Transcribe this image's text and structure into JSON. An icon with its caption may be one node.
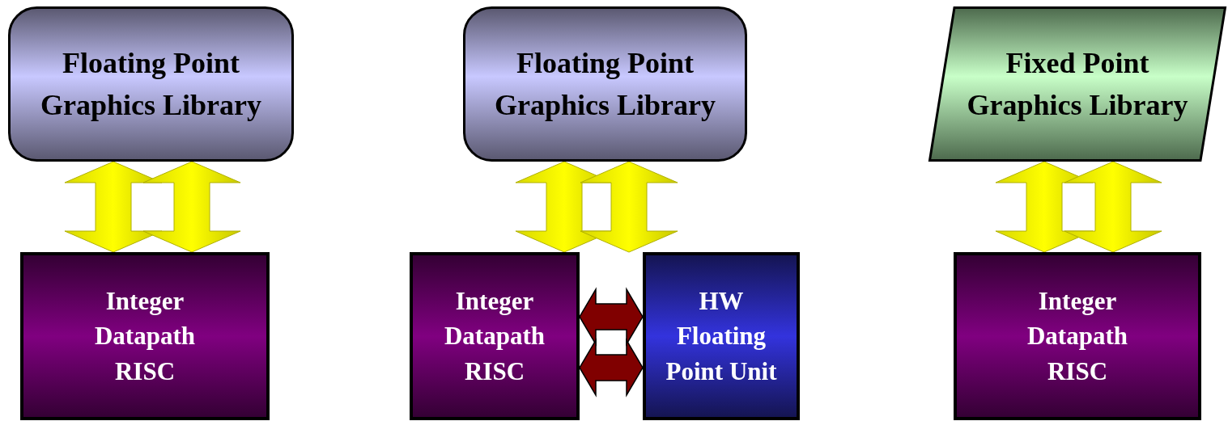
{
  "diagram": {
    "nodes": [
      {
        "text": [
          "Floating Point Graphics Library"
        ]
      },
      {
        "text": [
          "Integer Datapath RISC"
        ]
      },
      {
        "text": [
          "Floating Point Graphics Library"
        ]
      },
      {
        "text": [
          "Integer Datapath RISC"
        ]
      },
      {
        "text": [
          "HW Floating Point Unit"
        ]
      },
      {
        "text": [
          "Fixed Point Graphics Library"
        ]
      },
      {
        "text": [
          "Integer Datapath RISC"
        ]
      }
    ],
    "edges": [
      {
        "from": 0,
        "to": 1,
        "arrow": "both"
      },
      {
        "from": 0,
        "to": 1,
        "arrow": "both"
      },
      {
        "from": 2,
        "to": 3,
        "arrow": "both"
      },
      {
        "from": 2,
        "to": 4,
        "arrow": "both"
      },
      {
        "from": 3,
        "to": 4,
        "arrow": "both",
        "color": "#800000"
      },
      {
        "from": 3,
        "to": 4,
        "arrow": "both",
        "color": "#800000"
      },
      {
        "from": 5,
        "to": 6,
        "arrow": "both"
      },
      {
        "from": 5,
        "to": 6,
        "arrow": "both"
      }
    ]
  }
}
